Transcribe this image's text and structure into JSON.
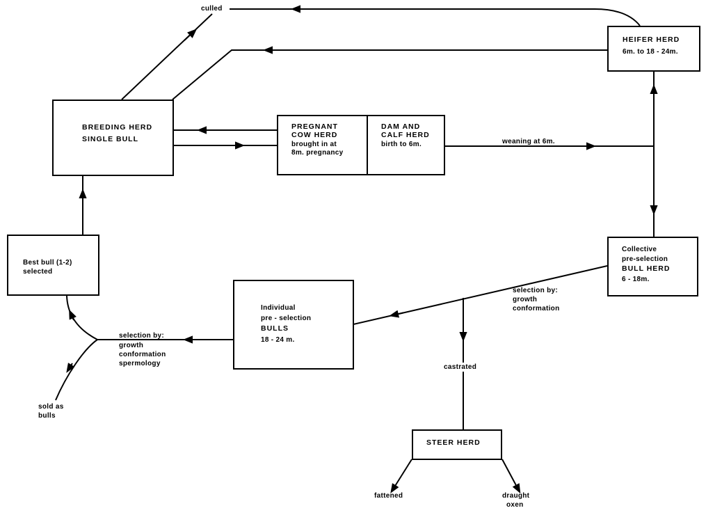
{
  "diagram": {
    "type": "flowchart",
    "subject": "cattle herd management and selection flow",
    "nodes": {
      "breeding_herd": {
        "line1": "BREEDING HERD",
        "line2": "SINGLE BULL"
      },
      "pregnant_cow_herd": {
        "line1": "PREGNANT",
        "line2": "COW HERD",
        "line3": "brought in at",
        "line4": "8m. pregnancy"
      },
      "dam_calf_herd": {
        "line1": "DAM AND",
        "line2": "CALF HERD",
        "line3": "birth to 6m."
      },
      "heifer_herd": {
        "line1": "HEIFER HERD",
        "line2": "6m. to 18 - 24m."
      },
      "collective_bull_herd": {
        "line1": "Collective",
        "line2": "pre-selection",
        "line3": "BULL HERD",
        "line4": "6 - 18m."
      },
      "individual_bulls": {
        "line1": "Individual",
        "line2": "pre - selection",
        "line3": "BULLS",
        "line4": "18 - 24 m."
      },
      "best_bull": {
        "line1": "Best bull (1-2)",
        "line2": "selected"
      },
      "steer_herd": {
        "line1": "STEER HERD"
      }
    },
    "edge_labels": {
      "culled": "culled",
      "weaning": "weaning at 6m.",
      "selection_collective": {
        "line1": "selection by:",
        "line2": "growth",
        "line3": "conformation"
      },
      "selection_individual": {
        "line1": "selection by:",
        "line2": "growth",
        "line3": "conformation",
        "line4": "spermology"
      },
      "sold_as_bulls": {
        "line1": "sold as",
        "line2": "bulls"
      },
      "castrated": "castrated",
      "fattened": "fattened",
      "draught_oxen": {
        "line1": "draught",
        "line2": "oxen"
      }
    },
    "edges": [
      {
        "from": "heifer_herd",
        "to": "culled"
      },
      {
        "from": "breeding_herd",
        "to": "culled"
      },
      {
        "from": "heifer_herd",
        "to": "breeding_herd"
      },
      {
        "from": "pregnant_cow_herd",
        "to": "breeding_herd"
      },
      {
        "from": "breeding_herd",
        "to": "pregnant_cow_herd"
      },
      {
        "from": "dam_calf_herd",
        "to": "heifer_herd",
        "label": "weaning at 6m."
      },
      {
        "from": "dam_calf_herd",
        "to": "collective_bull_herd",
        "label": "weaning at 6m."
      },
      {
        "from": "collective_bull_herd",
        "to": "individual_bulls",
        "label": "selection by: growth conformation"
      },
      {
        "from": "collective_bull_herd",
        "to": "steer_herd",
        "label": "castrated"
      },
      {
        "from": "individual_bulls",
        "to": "best_bull",
        "label": "selection by: growth conformation spermology"
      },
      {
        "from": "individual_bulls",
        "to": "sold_as_bulls"
      },
      {
        "from": "best_bull",
        "to": "breeding_herd"
      },
      {
        "from": "steer_herd",
        "to": "fattened"
      },
      {
        "from": "steer_herd",
        "to": "draught_oxen"
      }
    ]
  }
}
